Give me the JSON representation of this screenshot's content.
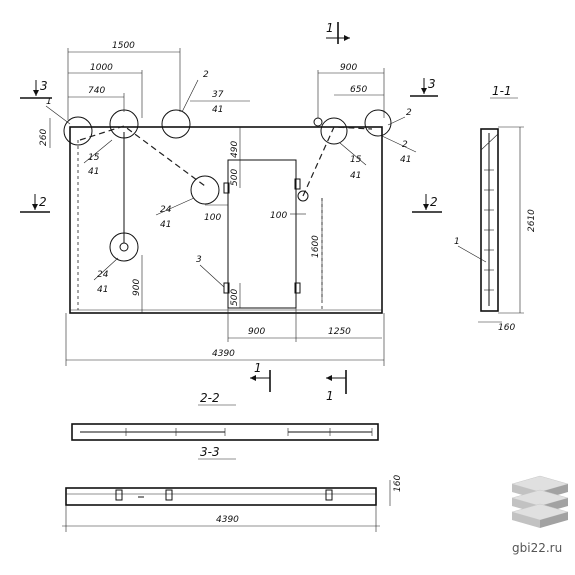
{
  "front_view": {
    "dims": {
      "d1500": "1500",
      "d1000": "1000",
      "d740": "740",
      "d900_right": "900",
      "d650": "650",
      "d260": "260",
      "d490": "490",
      "d500_top": "500",
      "d100_left": "100",
      "d100_mid": "100",
      "d1600": "1600",
      "d900_left": "900",
      "d500_bot": "500",
      "d900_bottom": "900",
      "d1250": "1250",
      "d4390": "4390"
    },
    "callouts": {
      "c1_mark": "1",
      "c2_top_mark": "2",
      "c2_top_den": "37",
      "c2_top_num": "41",
      "c15_left_num": "15",
      "c15_left_den": "41",
      "c24_mid_num": "24",
      "c24_mid_den": "41",
      "c24_low_num": "24",
      "c24_low_den": "41",
      "c3_mark": "3",
      "c15_right_num": "15",
      "c15_right_den": "41",
      "c2_right_mark": "2",
      "c2_right_num": "2",
      "c2_right_den": "41"
    },
    "cut_marks": {
      "cut1_top": "1",
      "cut1_bottom_left": "1",
      "cut1_bottom_right": "1",
      "cut3_left": "3",
      "cut3_right": "3",
      "cut2_left": "2",
      "cut2_right": "2"
    }
  },
  "section_1_1": {
    "title": "1-1",
    "height": "2610",
    "width": "160",
    "callout": "1"
  },
  "section_2_2": {
    "title": "2-2"
  },
  "section_3_3": {
    "title": "3-3",
    "thickness": "160",
    "length": "4390"
  },
  "watermark": {
    "text": "gbi22.ru"
  }
}
